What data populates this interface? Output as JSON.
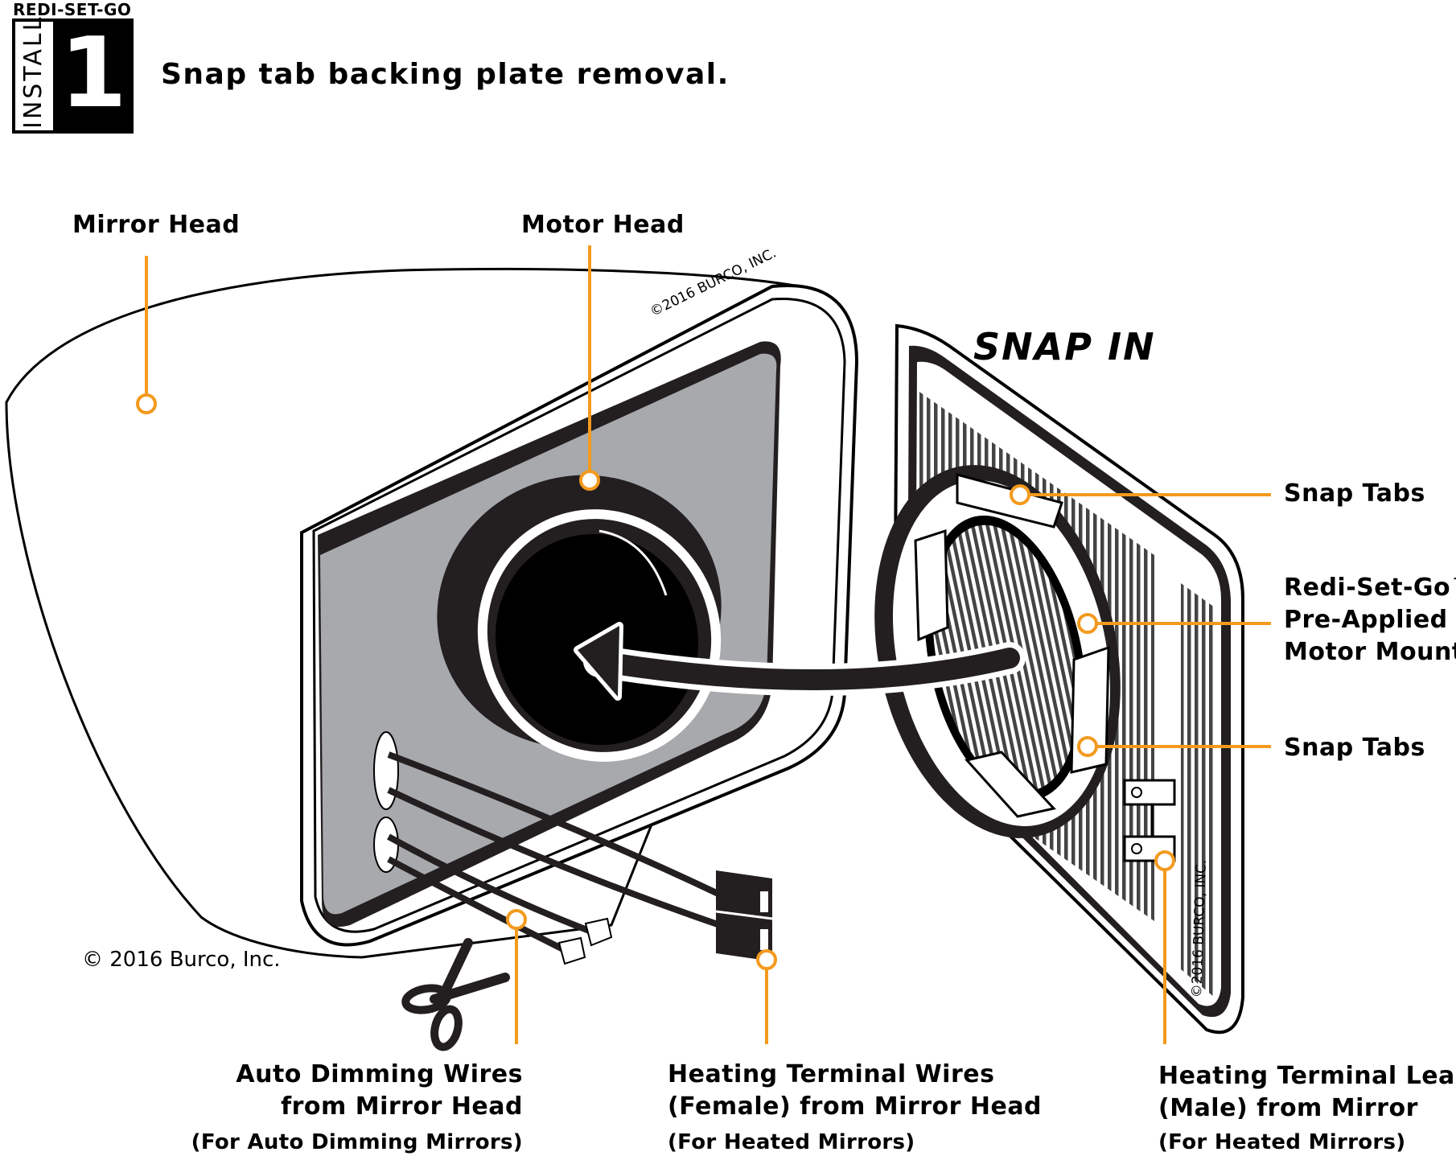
{
  "header": {
    "brand": "REDI-SET-GO",
    "install_word": "INSTALL",
    "step_number": "1",
    "title": "Snap tab backing plate removal."
  },
  "labels": {
    "mirror_head": "Mirror Head",
    "motor_head": "Motor Head",
    "snap_in": "SNAP IN",
    "snap_tabs_top": "Snap Tabs",
    "motor_mount_line1": "Redi-Set-Go™",
    "motor_mount_line2": "Pre-Applied",
    "motor_mount_line3": "Motor Mount",
    "snap_tabs_bottom": "Snap Tabs",
    "auto_dimming_line1": "Auto Dimming Wires",
    "auto_dimming_line2": "from Mirror Head",
    "auto_dimming_note": "(For Auto Dimming Mirrors)",
    "heating_wires_line1": "Heating Terminal Wires",
    "heating_wires_line2": "(Female) from Mirror Head",
    "heating_wires_note": "(For Heated Mirrors)",
    "heating_leads_line1": "Heating Terminal Leads",
    "heating_leads_line2": "(Male) from Mirror",
    "heating_leads_note": "(For Heated Mirrors)"
  },
  "watermarks": {
    "motor_head": "©2016 BURCO, INC.",
    "backing_plate": "©2016 BURCO, INC."
  },
  "copyright": "© 2016 Burco, Inc.",
  "colors": {
    "callout": "#F39A1E",
    "ink": "#000000",
    "dark_fill": "#231F20",
    "gray_fill": "#A7A9AC",
    "paper": "#FFFFFF"
  },
  "icons": [
    "scissors-icon"
  ]
}
